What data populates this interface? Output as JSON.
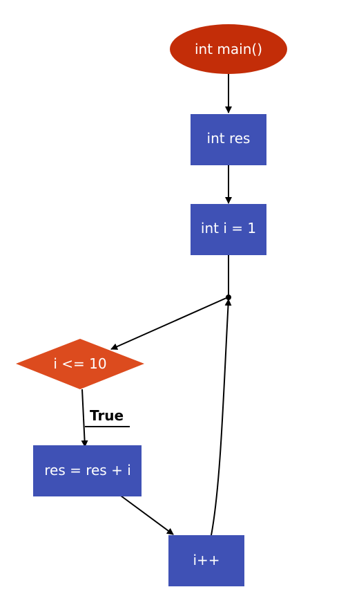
{
  "colors": {
    "start": "#c32d08",
    "process": "#3f51b5",
    "decision": "#dc4b1e",
    "edge": "#000000",
    "text": "#ffffff"
  },
  "nodes": {
    "start": {
      "label": "int main()",
      "shape": "ellipse"
    },
    "declare_res": {
      "label": "int res",
      "shape": "rect"
    },
    "init_i": {
      "label": "int i = 1",
      "shape": "rect"
    },
    "condition": {
      "label": "i <= 10",
      "shape": "diamond"
    },
    "accumulate": {
      "label": "res = res + i",
      "shape": "rect"
    },
    "increment": {
      "label": "i++",
      "shape": "rect"
    }
  },
  "edges": {
    "true_label": "True"
  }
}
